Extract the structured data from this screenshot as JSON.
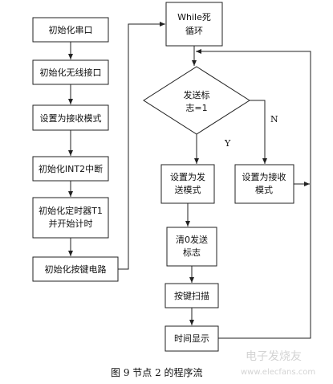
{
  "flowchart": {
    "init_serial": "初始化串口",
    "init_wireless": "初始化无线接口",
    "set_receive_mode_left": "设置为接收模式",
    "init_int2": "初始化INT2中断",
    "init_timer_line1": "初始化定时器T1",
    "init_timer_line2": "并开始计时",
    "init_keys": "初始化按键电路",
    "while_line1": "While死",
    "while_line2": "循环",
    "decision_line1": "发送标",
    "decision_line2": "志=1",
    "branch_yes": "Y",
    "branch_no": "N",
    "set_send_line1": "设置为发",
    "set_send_line2": "送模式",
    "set_recv_line1": "设置为接收",
    "set_recv_line2": "模式",
    "clear_line1": "清0发送",
    "clear_line2": "标志",
    "key_scan": "按键扫描",
    "time_display": "时间显示"
  },
  "caption": "图 9   节点 2 的程序流",
  "watermark": {
    "line1": "电子发烧友",
    "line2": "www.elecfans.com"
  }
}
